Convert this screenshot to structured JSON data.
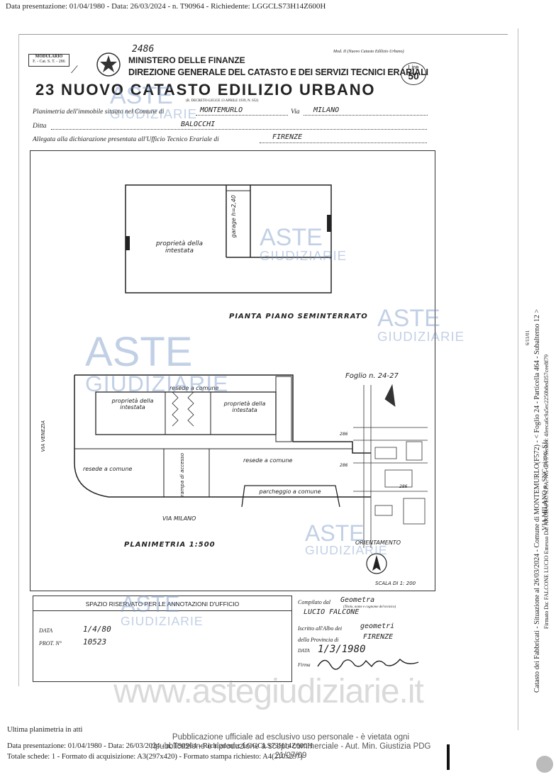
{
  "header": {
    "top_line": "Data presentazione: 01/04/1980 - Data: 26/03/2024 - n. T90964 - Richiedente: LGGCLS73H14Z600H"
  },
  "form": {
    "modulario": "MODULARIO",
    "modulario_code": "F. - Cat. S. T. - 286",
    "handwritten_number": "2486",
    "ministero": "MINISTERO DELLE FINANZE",
    "mod_ref": "Mod. II (Nuovo Catasto Edilizio Urbano)",
    "direzione": "DIREZIONE GENERALE DEL CATASTO E DEI SERVIZI TECNICI ERARIALI",
    "lire_label": "Lire",
    "lire_value": "50",
    "title_number": "23",
    "title": "NUOVO CATASTO EDILIZIO URBANO",
    "decree": "(R. DECRETO-LEGGE 13 APRILE 1939, N. 652)",
    "planimetria_label": "Planimetria dell'immobile situato nel Comune di",
    "comune_value": "MONTEMURLO",
    "via_label": "Via",
    "via_value": "MILANO",
    "ditta_label": "Ditta",
    "ditta_value": "BALOCCHI",
    "allegata_label": "Allegata alla dichiarazione presentata all'Ufficio Tecnico Erariale di",
    "allegata_value": "FIRENZE"
  },
  "drawing": {
    "proprieta_1": "proprietà della intestata",
    "garage": "garage h=2,40",
    "pianta": "PIANTA PIANO SEMINTERRATO",
    "foglio": "Foglio n. 24-27",
    "resede_comune_top": "resede a comune",
    "proprieta_2": "proprietà della intestata",
    "proprieta_3": "proprietà della intestata",
    "via_venezia": "VIA VENEZIA",
    "resede_comune_left": "resede a comune",
    "rampa": "rampa di accesso",
    "resede_comune_mid": "resede a comune",
    "parcheggio": "parcheggio a comune",
    "via_milano": "VIA MILANO",
    "planimetria": "PLANIMETRIA 1:500",
    "orientamento": "ORIENTAMENTO",
    "scala": "SCALA DI 1: 200",
    "map_numbers": [
      "286",
      "286",
      "286"
    ]
  },
  "annotations": {
    "title": "SPAZIO RISERVATO PER LE ANNOTAZIONI D'UFFICIO",
    "data_label": "DATA",
    "data_value": "1/4/80",
    "prot_label": "PROT. N°",
    "prot_value": "10523"
  },
  "compilato": {
    "compilato_label": "Compilato dal",
    "compilato_value": "Geometra",
    "name_value": "LUCIO FALCONE",
    "titolo_note": "(Titolo, nome e cognome del tecnico)",
    "albo_label": "Iscritto all'Albo dei",
    "albo_value": "geometri",
    "provincia_label": "della Provincia di",
    "provincia_value": "FIRENZE",
    "data_label": "DATA",
    "data_value": "1/3/1980",
    "firma_label": "Firma"
  },
  "watermarks": {
    "aste": "ASTE",
    "giudiziarie": "GIUDIZIARIE",
    "site": "www.astegiudiziarie.it"
  },
  "footer": {
    "ultima": "Ultima planimetria in atti",
    "line1": "Data presentazione: 01/04/1980 - Data: 26/03/2024 - n. T90964 - Richiedente: LGGCLS73H14Z600H",
    "line2": "Totale schede: 1 - Formato di acquisizione: A3(297x420) - Formato stampa richiesto: A4(210x297)",
    "pub1": "Pubblicazione ufficiale ad esclusivo uso personale - è vietata ogni",
    "pub2": "ripubblicazione o riproduzione a scopo commerciale - Aut. Min. Giustizia PDG 21/07/09"
  },
  "side": {
    "catasto": "Catasto dei Fabbricati - Situazione al 26/03/2024 - Comune di MONTEMURLO(F572) - < Foglio 24 - Particella 464 - Subalterno 12 >",
    "via": "VIA MILANO n. SNC piano: S1;",
    "firmato": "Firmato Da: FALCONE LUCIO Emesso Da: ARUBAPEC S.P.A. NG CA 3 Serial#: 4feeca6c9a5ec2250b8ed357cee8f79",
    "small": "6/11/01"
  }
}
